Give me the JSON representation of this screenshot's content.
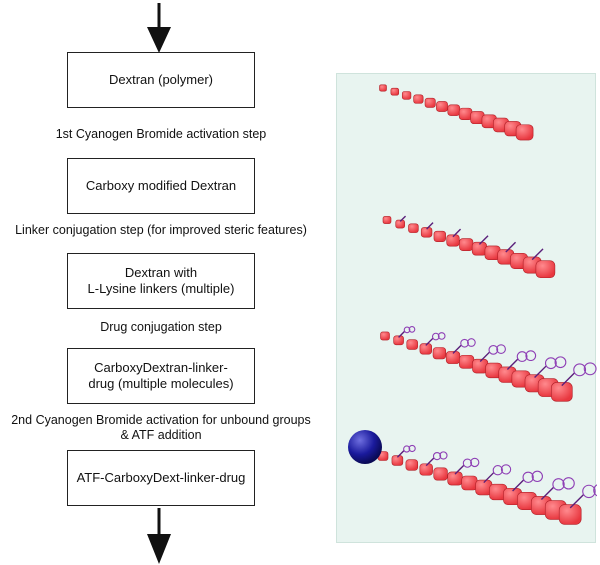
{
  "colors": {
    "panel_background": "#e8f4f0",
    "bead": "#e8373f",
    "bead_highlight": "#ff8a8e",
    "linker": "#5a1f7a",
    "drug_ring": "#8e3fb5",
    "atf_sphere": "#1a1a9c"
  },
  "flowchart": {
    "boxes": [
      {
        "label": "Dextran (polymer)"
      },
      {
        "label": "Carboxy modified Dextran"
      },
      {
        "label": "Dextran with\nL-Lysine linkers (multiple)"
      },
      {
        "label": "CarboxyDextran-linker-\ndrug (multiple molecules)"
      },
      {
        "label": "ATF-CarboxyDext-linker-drug"
      }
    ],
    "steps": [
      {
        "label": "1st Cyanogen Bromide activation step"
      },
      {
        "label": "Linker conjugation step (for improved steric features)"
      },
      {
        "label": "Drug conjugation step"
      },
      {
        "label": "2nd Cyanogen Bromide activation for unbound groups\n& ATF addition"
      }
    ]
  }
}
